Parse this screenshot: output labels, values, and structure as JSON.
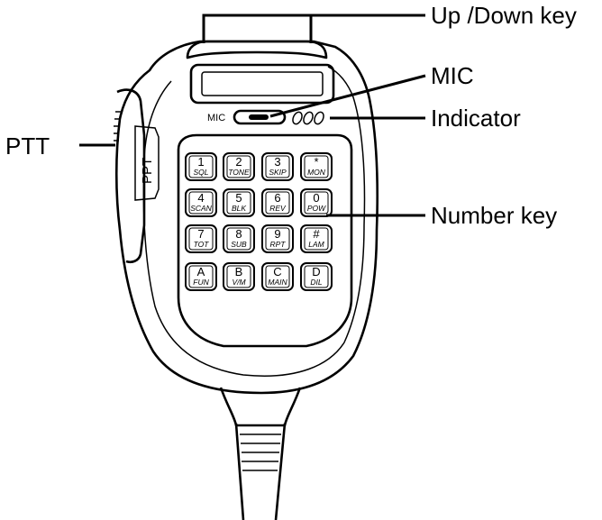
{
  "callouts": {
    "up_down": "Up /Down key",
    "mic": "MIC",
    "indicator": "Indicator",
    "number_key": "Number key",
    "ptt": "PTT"
  },
  "device": {
    "mic_label": "MIC",
    "side_button_label": "PPT"
  },
  "keypad": [
    [
      {
        "main": "1",
        "sub": "SQL"
      },
      {
        "main": "2",
        "sub": "TONE"
      },
      {
        "main": "3",
        "sub": "SKIP"
      },
      {
        "main": "*",
        "sub": "MON"
      }
    ],
    [
      {
        "main": "4",
        "sub": "SCAN"
      },
      {
        "main": "5",
        "sub": "BLK"
      },
      {
        "main": "6",
        "sub": "REV"
      },
      {
        "main": "0",
        "sub": "POW"
      }
    ],
    [
      {
        "main": "7",
        "sub": "TOT"
      },
      {
        "main": "8",
        "sub": "SUB"
      },
      {
        "main": "9",
        "sub": "RPT"
      },
      {
        "main": "#",
        "sub": "LAM"
      }
    ],
    [
      {
        "main": "A",
        "sub": "FUN"
      },
      {
        "main": "B",
        "sub": "V/M"
      },
      {
        "main": "C",
        "sub": "MAIN"
      },
      {
        "main": "D",
        "sub": "DIL"
      }
    ]
  ]
}
